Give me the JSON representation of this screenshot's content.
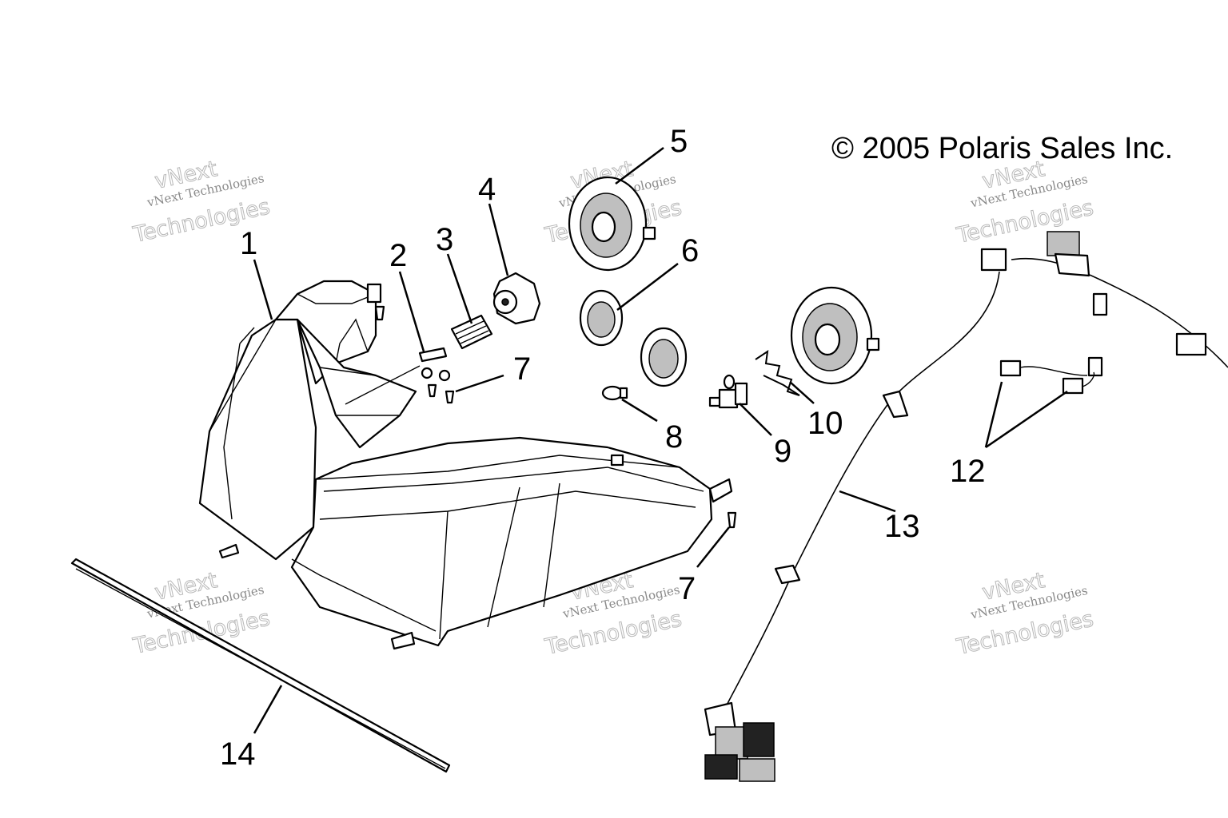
{
  "copyright": "© 2005 Polaris Sales Inc.",
  "watermark": {
    "line1": "vNext Technologies",
    "line2": "Technologies",
    "line3": "vNext"
  },
  "callouts": [
    {
      "id": "1",
      "label": "1"
    },
    {
      "id": "2",
      "label": "2"
    },
    {
      "id": "3",
      "label": "3"
    },
    {
      "id": "4",
      "label": "4"
    },
    {
      "id": "5",
      "label": "5"
    },
    {
      "id": "6",
      "label": "6"
    },
    {
      "id": "7a",
      "label": "7"
    },
    {
      "id": "7b",
      "label": "7"
    },
    {
      "id": "8",
      "label": "8"
    },
    {
      "id": "9",
      "label": "9"
    },
    {
      "id": "10",
      "label": "10"
    },
    {
      "id": "12",
      "label": "12"
    },
    {
      "id": "13",
      "label": "13"
    },
    {
      "id": "14",
      "label": "14"
    }
  ]
}
